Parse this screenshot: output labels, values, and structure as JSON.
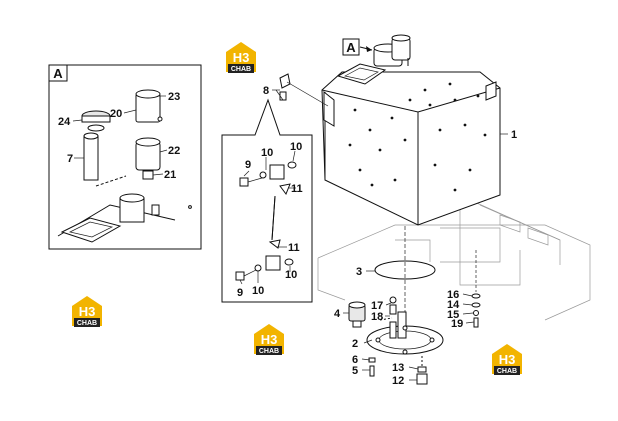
{
  "callouts": {
    "1": "1",
    "2": "2",
    "3": "3",
    "4": "4",
    "5": "5",
    "6": "6",
    "7": "7",
    "8": "8",
    "9": "9",
    "10": "10",
    "11": "11",
    "12": "12",
    "13": "13",
    "14": "14",
    "15": "15",
    "16": "16",
    "17": "17",
    "18": "18",
    "19": "19",
    "20": "20",
    "21": "21",
    "22": "22",
    "23": "23",
    "24": "24"
  },
  "view_label": "A",
  "watermark": {
    "mark": "H3",
    "word": "CHAB",
    "color": "#f2b400"
  }
}
